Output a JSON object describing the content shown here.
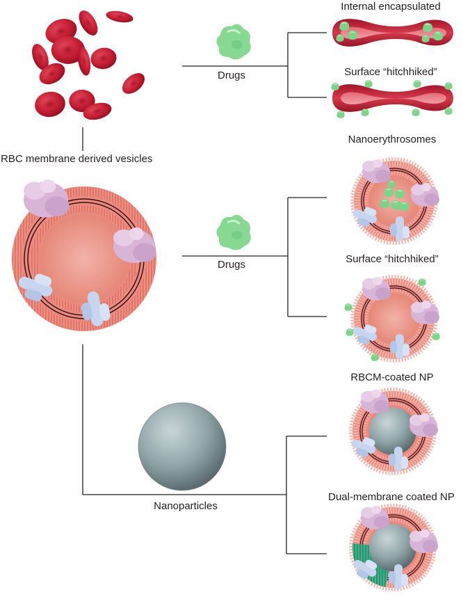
{
  "labels": {
    "internal_encapsulated": "Internal encapsulated",
    "surface_hitchhiked_rbc": "Surface “hitchhiked”",
    "drugs_top": "Drugs",
    "rbc_membrane_vesicles": "RBC membrane derived vesicles",
    "nanoerythrosomes": "Nanoerythrosomes",
    "drugs_middle": "Drugs",
    "surface_hitchhiked_vesicle": "Surface “hitchhiked”",
    "rbcm_coated_np": "RBCM-coated NP",
    "nanoparticles": "Nanoparticles",
    "dual_membrane_coated_np": "Dual-membrane coated NP"
  },
  "colors": {
    "line": "#231f20",
    "rbc_red": "#c81e33",
    "rbc_dark": "#8e1020",
    "membrane_pink": "#e8857c",
    "protein_lilac": "#d9b8d8",
    "protein_blue": "#c7d6ee",
    "drug_green": "#7ed38a",
    "nanoparticle_gray": "#8fa3a7",
    "second_membrane_teal": "#2f9f7f"
  }
}
